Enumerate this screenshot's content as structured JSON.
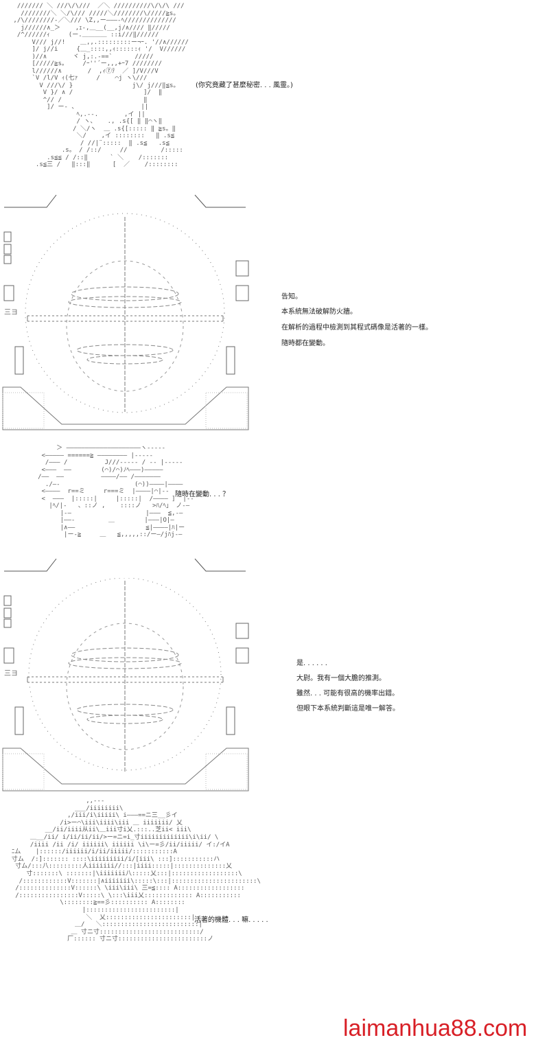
{
  "panels": [
    {
      "id": "panel-1",
      "lines": [
        "(你究竟藏了甚麼秘密. . . 風靈。)"
      ]
    },
    {
      "id": "panel-2",
      "lines": [
        "告知。",
        "本系統無法破解防火牆。",
        "在解析的過程中檢測到其程式碼像是活著的一樣。",
        "隨時都在變動。"
      ]
    },
    {
      "id": "panel-3",
      "lines": [
        "隨時在變動. . . ？"
      ]
    },
    {
      "id": "panel-4",
      "lines": [
        "是. . . . . .",
        "大尉。我有一個大膽的推測。",
        "雖然. . . 可能有很高的機率出錯。",
        "但眼下本系統判斷這是唯一解答。"
      ]
    },
    {
      "id": "panel-5",
      "lines": [
        "活著的機體. . . 嘛. . . . ."
      ]
    }
  ],
  "watermark": "laimanhua88.com",
  "colors": {
    "text": "#222222",
    "art": "#555555",
    "watermark": "#d81f26"
  }
}
